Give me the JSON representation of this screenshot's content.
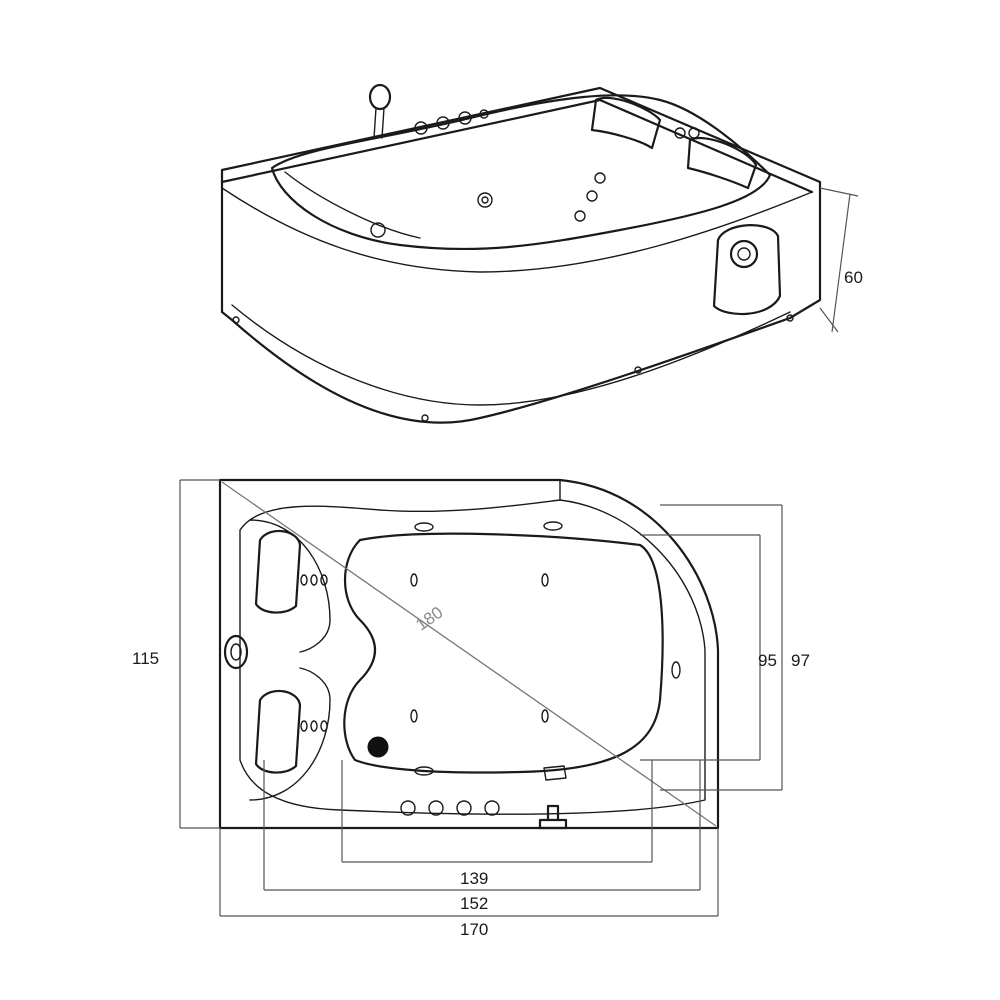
{
  "dimensions": {
    "height": "60",
    "width": "115",
    "inner_length_a": "95",
    "inner_length_b": "97",
    "diagonal": "180",
    "length_inner": "139",
    "length_mid": "152",
    "length_total": "170"
  }
}
